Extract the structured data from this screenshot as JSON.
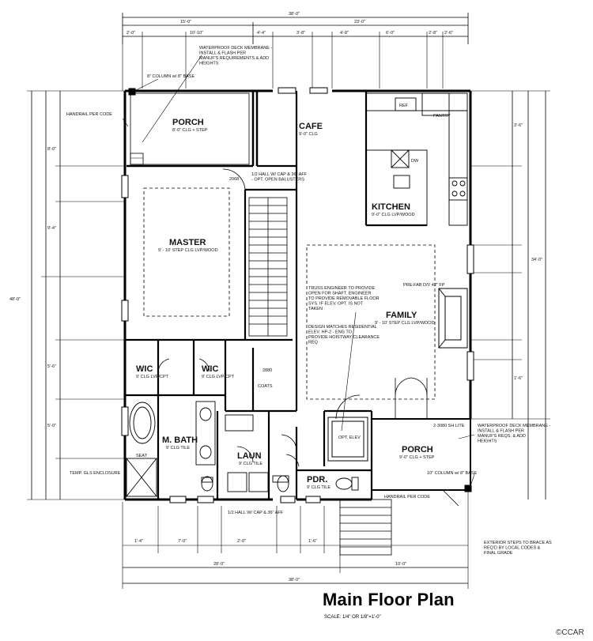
{
  "title": "Main Floor Plan",
  "scale_text": "SCALE: 1/4\" OR 1/8\"=1'-0\"",
  "watermark": "©CCAR",
  "rooms": {
    "porch_top": {
      "name": "PORCH",
      "sub": "8'-0\" CLG + STEP"
    },
    "cafe": {
      "name": "CAFE",
      "sub": "9'-0\" CLG"
    },
    "kitchen": {
      "name": "KITCHEN",
      "sub": "9'-0\" CLG LVP/WOOD"
    },
    "master": {
      "name": "MASTER",
      "sub": "9' - 10' STEP CLG LVP/WOOD"
    },
    "family": {
      "name": "FAMILY",
      "sub": "9' - 10' STEP CLG LVP/WOOD"
    },
    "wic_left": {
      "name": "WIC",
      "sub": "9' CLG LVP/CPT"
    },
    "wic_right": {
      "name": "WIC",
      "sub": "9' CLG LVP/CPT"
    },
    "mbath": {
      "name": "M. BATH",
      "sub": "9' CLG TILE"
    },
    "laun": {
      "name": "LAUN",
      "sub": "9' CLG TILE"
    },
    "pdr": {
      "name": "PDR.",
      "sub": "9' CLG TILE"
    },
    "porch_bottom": {
      "name": "PORCH",
      "sub": "9'-0\" CLG + STEP"
    }
  },
  "fixtures": {
    "seat": "SEAT",
    "temp_glass": "TEMP. GLS ENCLOSURE",
    "coats": "COATS",
    "elev": "OPT. ELEV",
    "dw": "DW",
    "ref": "REF",
    "pantry": "PANTRY",
    "fireplace": "PRE-FAB D/V 42\" FP",
    "door_2068": "2068",
    "door_2880": "2880",
    "slider": "2-3080 SH LITE"
  },
  "notes": {
    "waterproof_top": "WATERPROOF DECK MEMBRANE - INSTALL & FLASH PER MANUF'S REQUIREMENTS & ADD HEIGHTS",
    "waterproof_right": "WATERPROOF DECK MEMBRANE - INSTALL & FLASH PER MANUF'S REQS. & ADD HEIGHTS",
    "column_top": "8\" COLUMN w/ 8\" BASE",
    "column_right": "10\" COLUMN w/ 8\" BASE",
    "handrail_left": "HANDRAIL PER CODE",
    "handrail_right": "HANDRAIL PER CODE",
    "truss_engineer": "TRUSS ENGINEER TO PROVIDE OPEN FOR SHAFT. ENGINEER TO PROVIDE REMOVABLE FLOOR SYS. IF ELEV. OPT. IS NOT TAKEN",
    "design_matches": "DESIGN MATCHES RESIDENTIAL ELEV. HP-2 - ENG TO PROVIDE HOISTWAY CLEARANCE REQ",
    "half_wall_top": "1/2 HALL W/ CAP & 36\" AFF - OPT. OPEN BALUSTERS",
    "half_wall_bottom": "1/2 HALL W/ CAP & 36\" AFF",
    "exterior_steps": "EXTERIOR STEPS TO BRACE AS REQ'D BY LOCAL CODES & FINAL GRADE"
  },
  "dims": {
    "overall_width": "38'-0\"",
    "top_left": "15'-0\"",
    "top_right": "23'-0\"",
    "overall_depth": "48'-0\"",
    "right_depth": "34'-0\"",
    "bottom_left": "28'-0\"",
    "bottom_right": "10'-0\"",
    "d_2_0": "2'-0\"",
    "d_10_10": "10'-10\"",
    "d_4_4": "4'-4\"",
    "d_3_8": "3'-8\"",
    "d_4_8": "4'-8\"",
    "d_2_8": "2'-8\"",
    "d_3_6": "3'-6\"",
    "d_5_0": "5'-0\"",
    "d_2_6": "2'-6\"",
    "d_1_6": "1'-6\"",
    "d_7_0": "7'-0\"",
    "d_1_4": "1'-4\"",
    "d_8_0": "8'-0\"",
    "d_5_6": "5'-6\"",
    "d_9_4": "9'-4\"",
    "d_6_0": "6'-0\""
  }
}
